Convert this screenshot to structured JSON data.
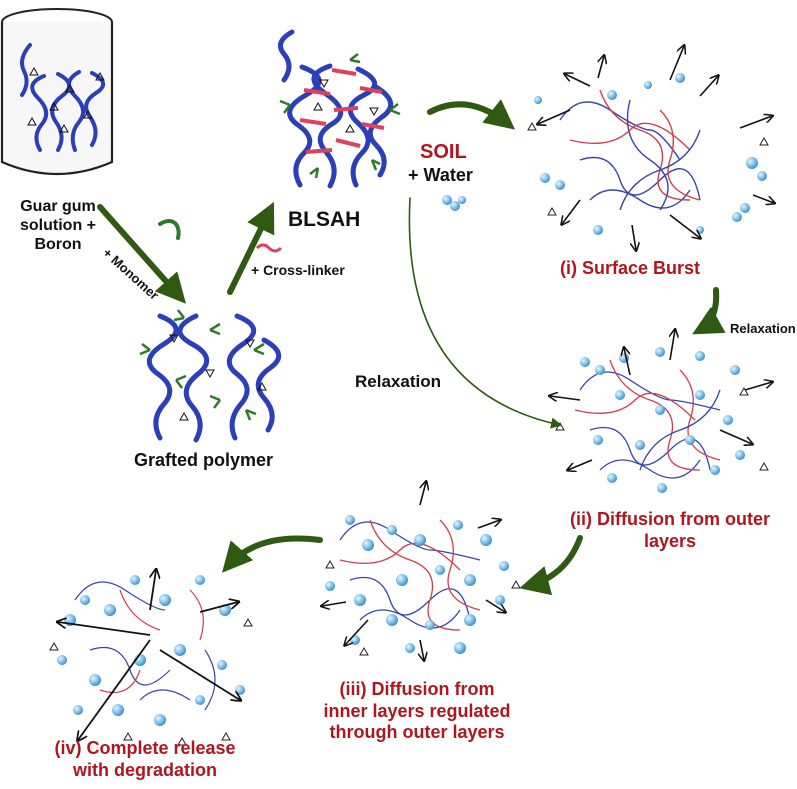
{
  "labels": {
    "guar_gum": [
      "Guar gum",
      "solution +",
      "Boron"
    ],
    "monomer": "+ Monomer",
    "cross_linker": "+ Cross-linker",
    "blsah": "BLSAH",
    "soil": "SOIL",
    "water": "+ Water",
    "relaxation_main": "Relaxation",
    "relaxation_side": "Relaxation",
    "grafted_polymer": "Grafted polymer",
    "stage_i": "(i) Surface Burst",
    "stage_ii": [
      "(ii) Diffusion from outer",
      "layers"
    ],
    "stage_iii": [
      "(iii) Diffusion from",
      "inner layers regulated",
      "through outer layers"
    ],
    "stage_iv": [
      "(iv) Complete release",
      "with degradation"
    ]
  },
  "colors": {
    "arrow_green": "#2f5a12",
    "chain_blue": "#2b3fb8",
    "crosslink_red": "#e0405a",
    "monomer_green": "#2f7a2a",
    "droplet": "#7fc0ec",
    "label_red": "#b0161e"
  }
}
